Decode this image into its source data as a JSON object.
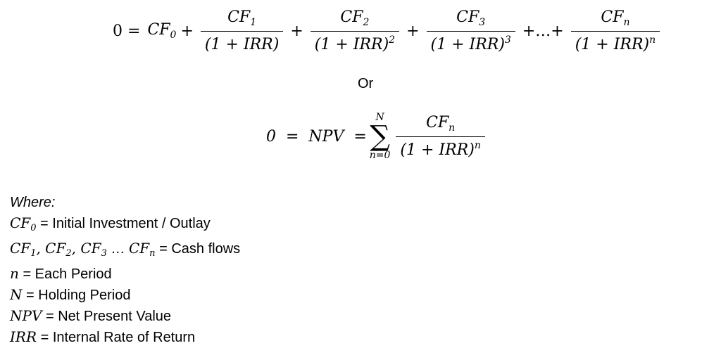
{
  "equation1": {
    "lhs": "0 =",
    "cf0": "CF",
    "cf0_sub": "0",
    "plus": "+",
    "dots": "+…+",
    "terms": [
      {
        "num": "CF",
        "num_sub": "1",
        "den": "(1 + IRR)",
        "den_sup": ""
      },
      {
        "num": "CF",
        "num_sub": "2",
        "den": "(1 + IRR)",
        "den_sup": "2"
      },
      {
        "num": "CF",
        "num_sub": "3",
        "den": "(1 + IRR)",
        "den_sup": "3"
      },
      {
        "num": "CF",
        "num_sub": "n",
        "den": "(1 + IRR)",
        "den_sup": "n"
      }
    ]
  },
  "or_text": "Or",
  "equation2": {
    "lhs": "0  =  NPV  =",
    "sum_upper": "N",
    "sum_symbol": "∑",
    "sum_lower": "n=0",
    "num": "CF",
    "num_sub": "n",
    "den": "(1 + IRR)",
    "den_sup": "n"
  },
  "legend": {
    "title": "Where:",
    "items": [
      {
        "sym": "CF",
        "sub": "0",
        "text": " = Initial Investment / Outlay"
      },
      {
        "sym": "CF",
        "sub": "1",
        "sym2": ", CF",
        "sub2": "2",
        "sym3": ", CF",
        "sub3": "3",
        "mid": " … ",
        "sym4": "CF",
        "sub4": "n",
        "text": " = Cash flows"
      },
      {
        "sym": "n",
        "text": " = Each Period"
      },
      {
        "sym": "N",
        "text": " = Holding Period"
      },
      {
        "sym": "NPV",
        "text": " = Net Present Value"
      },
      {
        "sym": "IRR",
        "text": " = Internal Rate of Return"
      }
    ]
  }
}
